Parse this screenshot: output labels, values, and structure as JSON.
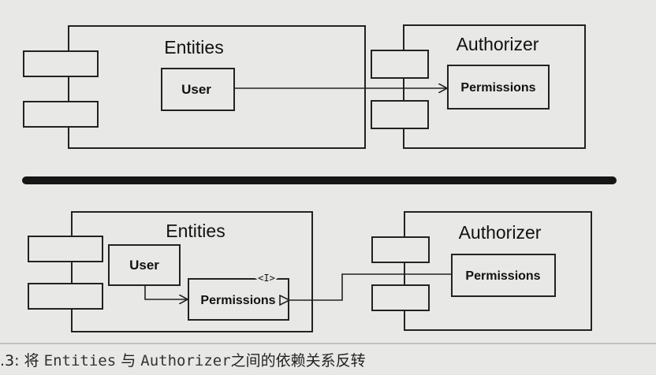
{
  "top_diagram": {
    "entities_title": "Entities",
    "authorizer_title": "Authorizer",
    "user_label": "User",
    "permissions_label": "Permissions"
  },
  "bottom_diagram": {
    "entities_title": "Entities",
    "authorizer_title": "Authorizer",
    "user_label": "User",
    "interface_permissions_label": "Permissions",
    "interface_stereotype": "<I>",
    "impl_permissions_label": "Permissions"
  },
  "caption": {
    "number": ".3:",
    "text_1": "将",
    "code_1": "Entities",
    "text_2": "与",
    "code_2": "Authorizer",
    "text_3": "之间的依赖关系反转"
  }
}
